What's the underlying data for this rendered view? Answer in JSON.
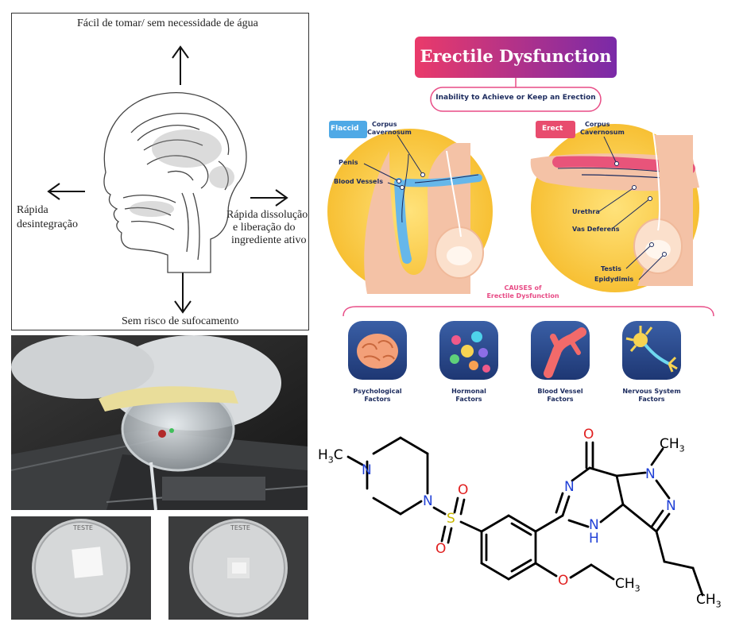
{
  "head_diagram": {
    "top_label": "Fácil de tomar/ sem necessidade de água",
    "left_label_line1": "Rápida",
    "left_label_line2": "desintegração",
    "right_label_line1": "Rápida dissolução",
    "right_label_line2": "e liberação do",
    "right_label_line3": "ingrediente ativo",
    "bottom_label": "Sem risco de sufocamento"
  },
  "ed_infographic": {
    "title": "Erectile Dysfunction",
    "subtitle": "Inability to Achieve or Keep an Erection",
    "flaccid_tag": "Flaccid",
    "erect_tag": "Erect",
    "corpus_left_1": "Corpus",
    "corpus_left_2": "Cavernosum",
    "corpus_right_1": "Corpus",
    "corpus_right_2": "Cavernosum",
    "penis": "Penis",
    "blood_vessels": "Blood Vessels",
    "urethra": "Urethra",
    "vas_deferens": "Vas Deferens",
    "testis": "Testis",
    "epidydimis": "Epidydimis",
    "causes_1": "CAUSES of",
    "causes_2": "Erectile Dysfunction",
    "factors": [
      {
        "line1": "Psychological",
        "line2": "Factors",
        "icon": "brain-icon"
      },
      {
        "line1": "Hormonal",
        "line2": "Factors",
        "icon": "molecules-icon"
      },
      {
        "line1": "Blood Vessel",
        "line2": "Factors",
        "icon": "blood-vessel-icon"
      },
      {
        "line1": "Nervous System",
        "line2": "Factors",
        "icon": "neuron-icon"
      }
    ],
    "colors": {
      "title_bg_start": "#e5336b",
      "title_bg_end": "#7a2ba6",
      "accent_pink": "#e84c86",
      "factor_bg": "#2a4a8a",
      "label_navy": "#1c2b5e"
    }
  },
  "photos": {
    "petri_label_a": "TESTE",
    "petri_label_b": "TESTE"
  },
  "molecule": {
    "h3c": "H",
    "h3c_sub": "3",
    "h3c_c": "C",
    "n_pip_top": "N",
    "n_pip_bottom": "N",
    "s": "S",
    "o_top": "O",
    "o_bottom": "O",
    "n_pyr": "N",
    "nh_n": "N",
    "nh_h": "H",
    "o_carbonyl": "O",
    "n_methyl": "N",
    "ch3_top_c": "CH",
    "ch3_top_sub": "3",
    "n_pyrazole": "N",
    "o_ether": "O",
    "ch3_ether_c": "CH",
    "ch3_ether_sub": "3",
    "ch3_propyl_c": "CH",
    "ch3_propyl_sub": "3"
  }
}
